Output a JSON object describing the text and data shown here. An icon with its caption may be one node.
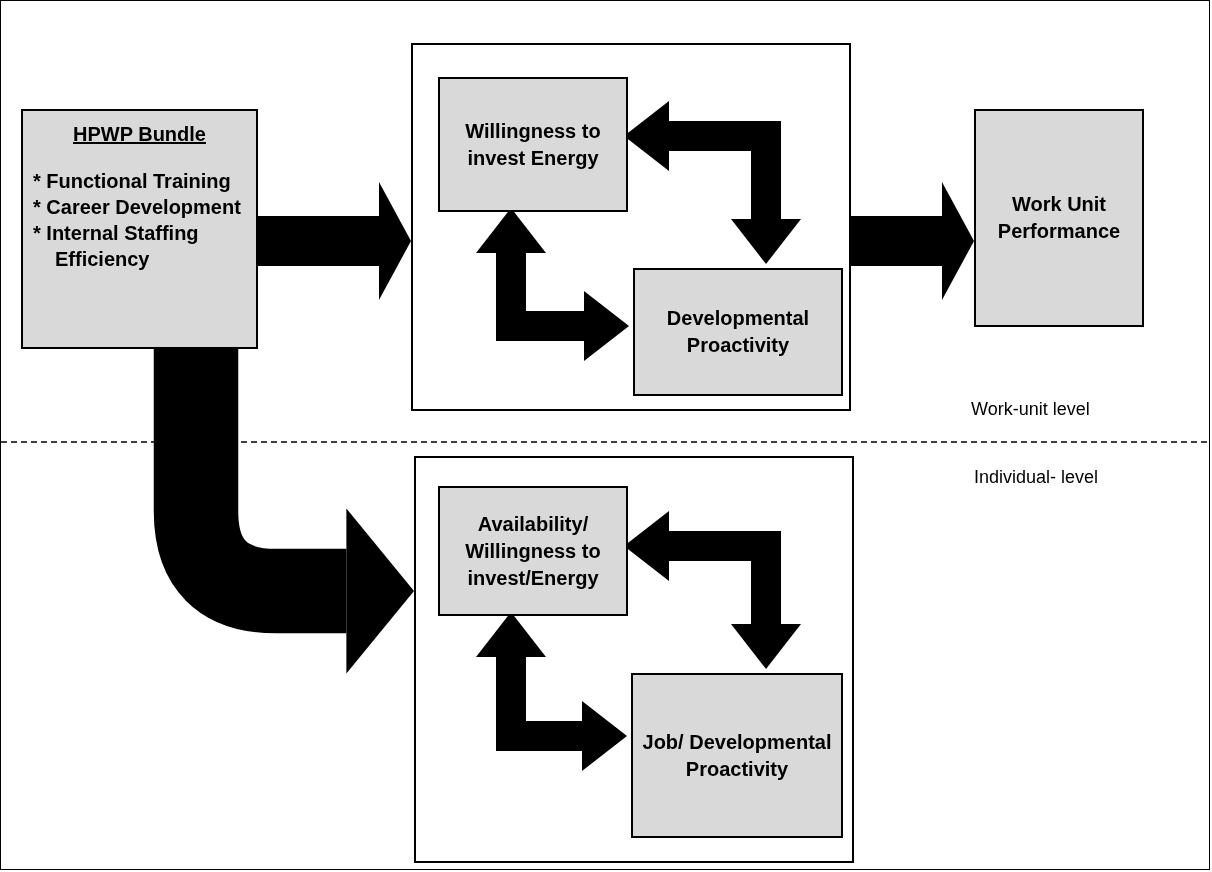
{
  "diagram": {
    "nodes": [
      {
        "text": [
          "HPWP Bundle",
          "* Functional Training",
          "* Career Development",
          "* Internal Staffing Efficiency"
        ]
      },
      {
        "text": [],
        "shape": "box"
      },
      {
        "text": [
          "Willingness to invest Energy"
        ],
        "in": 1
      },
      {
        "text": [
          "Developmental Proactivity"
        ],
        "in": 1
      },
      {
        "text": [
          "Work Unit Performance"
        ]
      },
      {
        "text": [],
        "shape": "box"
      },
      {
        "text": [
          "Availability/ Willingness to invest/Energy"
        ],
        "in": 5
      },
      {
        "text": [
          "Job/ Developmental Proactivity"
        ],
        "in": 5
      }
    ],
    "edges": [
      {
        "from": 0,
        "to": 1,
        "arrow": "to"
      },
      {
        "from": 1,
        "to": 4,
        "arrow": "to"
      },
      {
        "from": 0,
        "to": 5,
        "arrow": "to",
        "style": "thick"
      },
      {
        "from": 2,
        "to": 3,
        "arrow": "both"
      },
      {
        "from": 3,
        "to": 2,
        "arrow": "both"
      },
      {
        "from": 6,
        "to": 7,
        "arrow": "both"
      },
      {
        "from": 7,
        "to": 6,
        "arrow": "both"
      }
    ],
    "labels": [
      "Work-unit level",
      "Individual- level"
    ]
  }
}
